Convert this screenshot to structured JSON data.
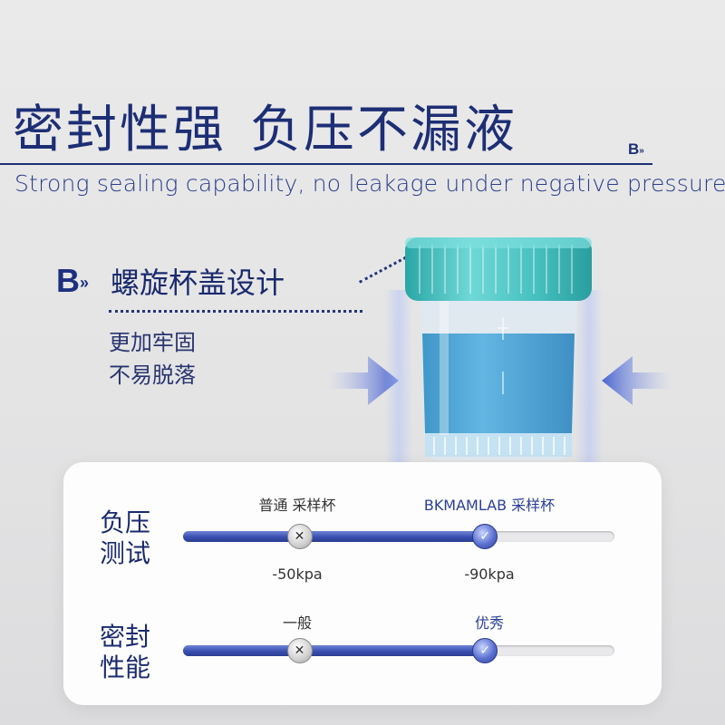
{
  "header": {
    "title_part1": "密封性强",
    "title_part2": "负压不漏液",
    "subtitle": "Strong sealing capability, no leakage under negative pressure",
    "logo": "B",
    "logo_mark": "»"
  },
  "feature": {
    "logo": "B",
    "logo_mark": "»",
    "title": "螺旋杯盖设计",
    "desc_line1": "更加牢固",
    "desc_line2": "不易脱落"
  },
  "comparison": {
    "column_normal": "普通 采样杯",
    "column_brand": "BKMAMLAB 采样杯",
    "rows": [
      {
        "label_line1": "负压",
        "label_line2": "测试",
        "normal_value": "-50kpa",
        "brand_value": "-90kpa",
        "normal_fraction": 0.27,
        "brand_fraction": 0.7
      },
      {
        "label_line1": "密封",
        "label_line2": "性能",
        "normal_value": "一般",
        "brand_value": "优秀",
        "normal_fraction": 0.27,
        "brand_fraction": 0.7
      }
    ]
  },
  "colors": {
    "brand_navy": "#1d2e75",
    "cap_teal": "#4cc3c3",
    "liquid_blue": "#4aa7d8",
    "arrow_blue": "#4a63d0"
  },
  "icons": [
    "x-icon",
    "check-icon",
    "arrow-right-icon",
    "arrow-left-icon"
  ]
}
